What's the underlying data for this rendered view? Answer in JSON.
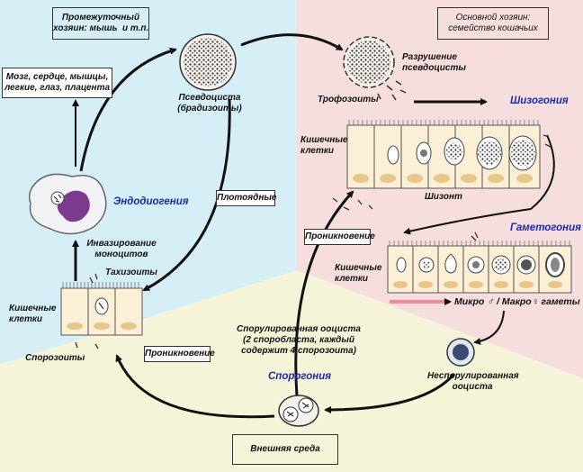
{
  "labels": {
    "intermediate_host": "Промежуточный\nхозяин: мышь  и т.п.",
    "definitive_host": "Основной хозяин:\nсемейство кошачьих",
    "organs": "Мозг, сердце, мышцы,\nлегкие, глаз, плацента",
    "pseudocyst": "Псевдоциста\n(брадизоиты)",
    "pseudocyst_destruction": "Разрушение\nпсевдоцисты",
    "trophozoites": "Трофозоиты",
    "schizogony": "Шизогония",
    "intestinal_cells_top": "Кишечные\nклетки",
    "schizont": "Шизонт",
    "endodyogeny": "Эндодиогения",
    "carnivorous": "Плотоядные",
    "penetration_center": "Проникновение",
    "gametogony": "Гаметогония",
    "intestinal_cells_right": "Кишечные\nклетки",
    "monocyte_invasion": "Инвазирование\nмоноцитов",
    "tachyzoites": "Тахизоиты",
    "intestinal_cells_left": "Кишечные\nклетки",
    "sporozoites": "Спорозоиты",
    "penetration_left": "Проникновение",
    "sporulated_oocyst": "Спорулированная ооциста\n(2 споробласта, каждый\nсодержит 4 спорозоита)",
    "sporogony": "Спорогония",
    "micro_macro_gametes": "Микро ♂ / Макро♀ гаметы",
    "unsporulated_oocyst": "Неспорулированная\nооциста",
    "external_environment": "Внешняя среда"
  },
  "colors": {
    "bg_left": "#d6eef6",
    "bg_right": "#f7dede",
    "bg_bottom": "#f6f4d8",
    "cell_fill": "#fbefd6",
    "nucleus": "#e8c68a",
    "title_blue": "#1a2bb3",
    "monocyte_purple": "#7b3a8e"
  }
}
